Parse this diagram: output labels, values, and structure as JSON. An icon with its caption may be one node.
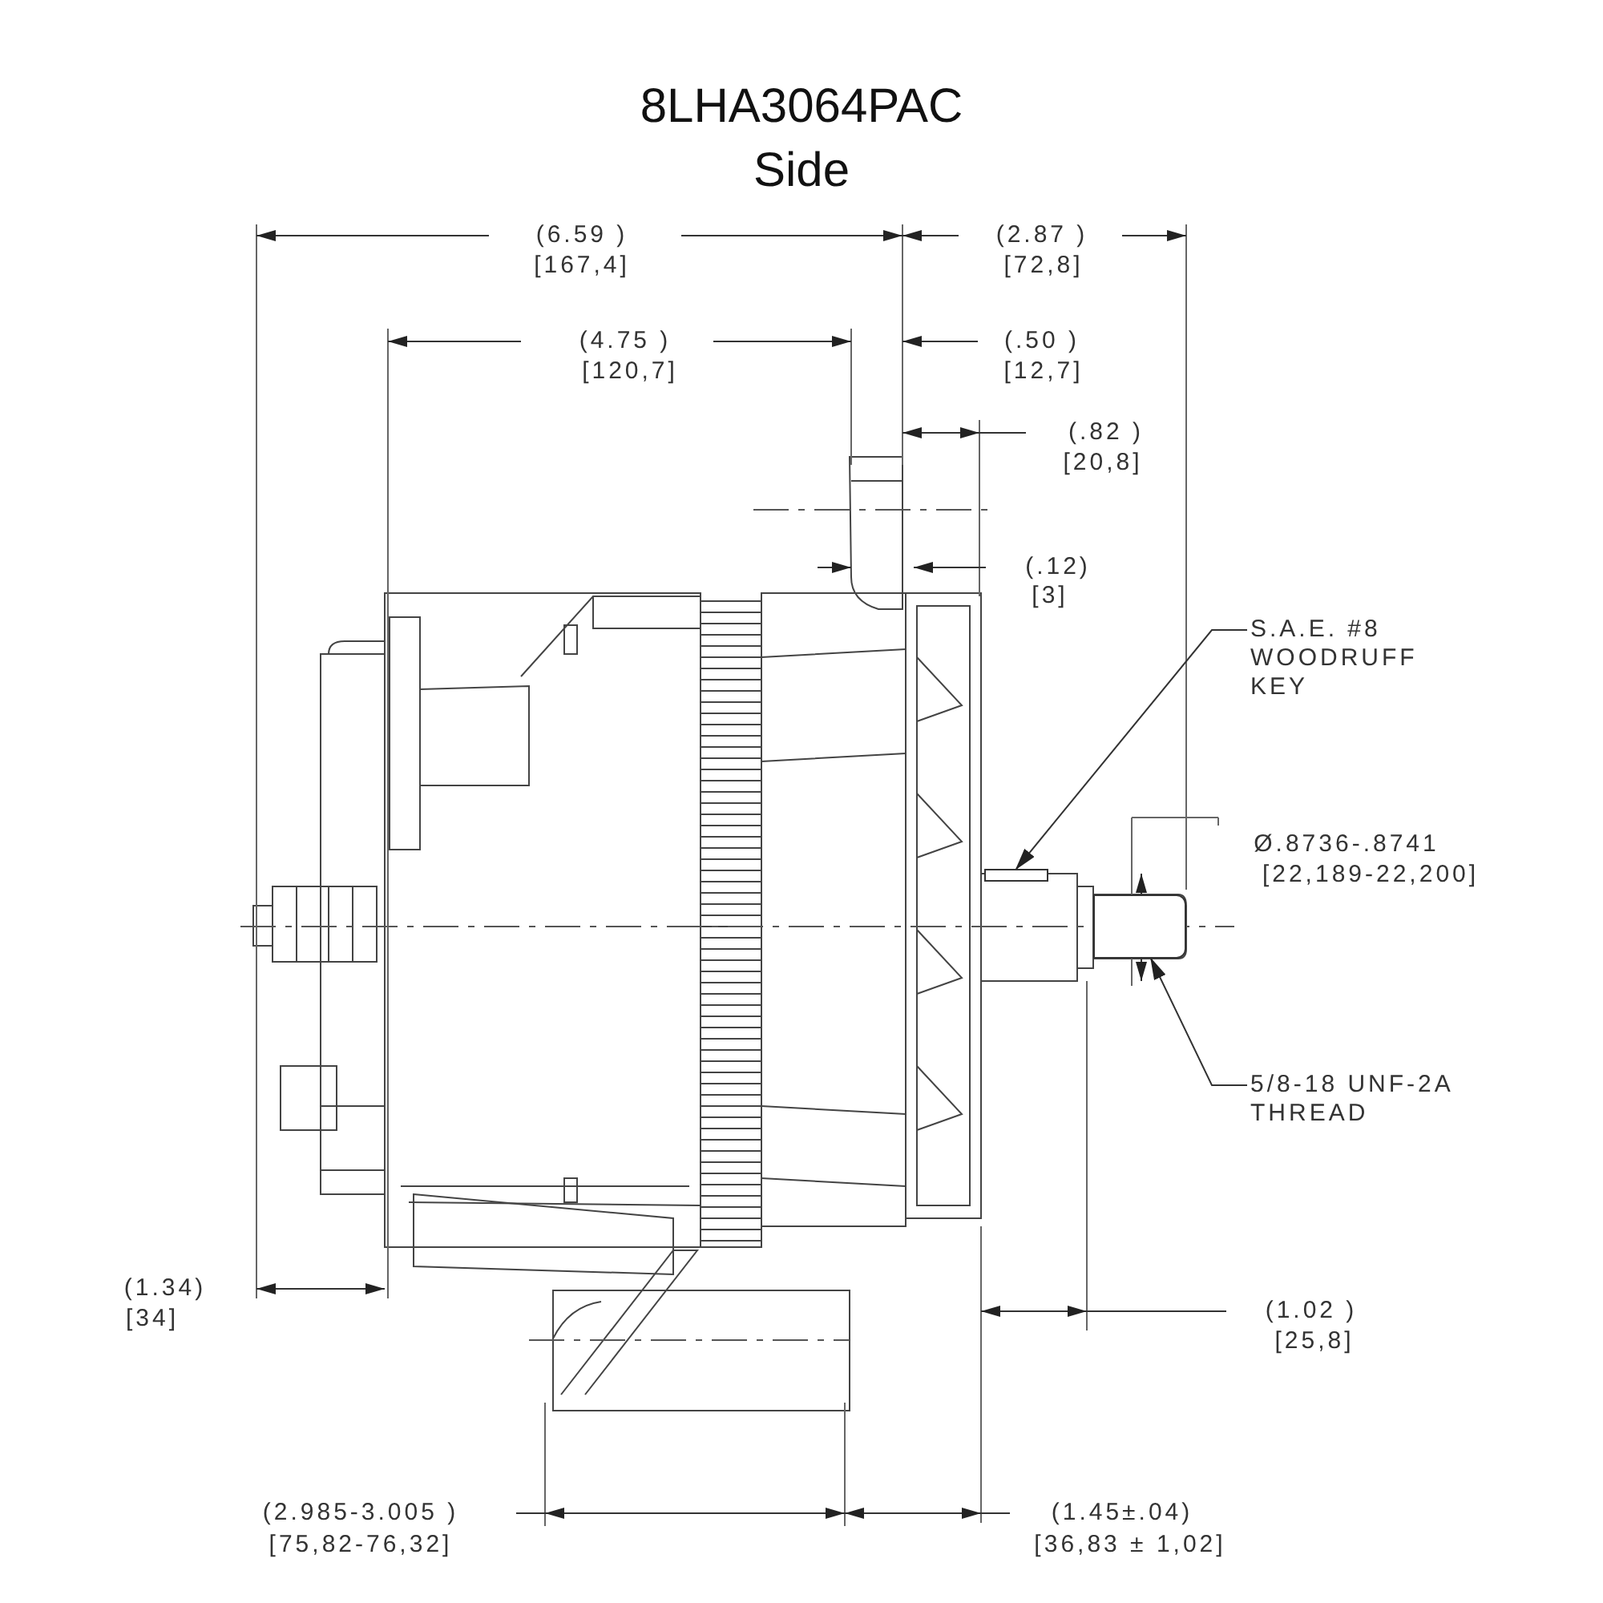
{
  "diagram": {
    "title": "8LHA3064PAC",
    "nodes": [
      {
        "text": [
          "S.A.E. #8 WOODRUFF KEY"
        ]
      },
      {
        "text": [],
        "shape": "box"
      },
      {
        "text": [
          "5/8-18 UNF-2A THREAD"
        ]
      },
      {
        "text": [],
        "shape": "box"
      }
    ],
    "edges": [
      {
        "from": 0,
        "to": 1,
        "arrow": "to"
      },
      {
        "from": 2,
        "to": 3,
        "arrow": "to"
      }
    ],
    "labels": [
      "Side",
      "(6.59 )",
      "[167,4]",
      "(2.87 )",
      "[72,8]",
      "(4.75 )",
      "[120,7]",
      "(.50 )",
      "[12,7]",
      "(.82 )",
      "[20,8]",
      "(.12)",
      "[3]",
      "Ø.8736-.8741",
      "[22,189-22,200]",
      "(1.34)",
      "[34]",
      "(1.02 )",
      "[25,8]",
      "(2.985-3.005 )",
      "[75,82-76,32]",
      "(1.45±.04)",
      "[36,83 ± 1,02]"
    ]
  }
}
